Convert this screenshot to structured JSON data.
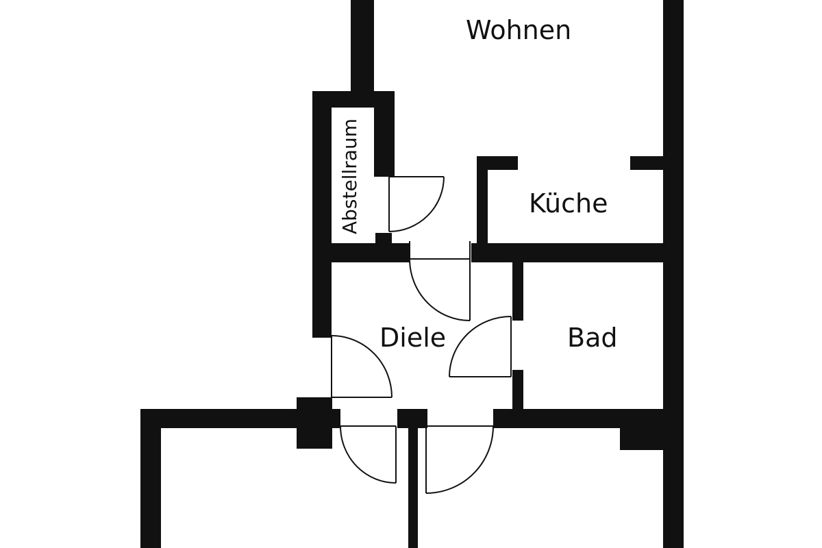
{
  "rooms": {
    "wohnen": "Wohnen",
    "abstellraum": "Abstellraum",
    "kueche": "Küche",
    "diele": "Diele",
    "bad": "Bad"
  },
  "colors": {
    "wall": "#111111",
    "background": "#ffffff"
  }
}
